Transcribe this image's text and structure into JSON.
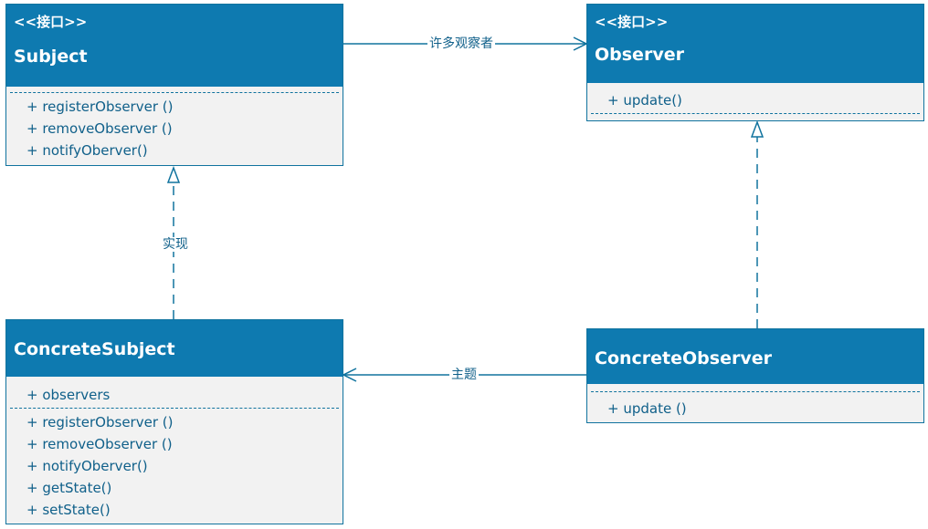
{
  "classes": {
    "subject": {
      "stereotype": "<<接口>>",
      "name": "Subject",
      "methods": [
        "+ registerObserver ()",
        "+ removeObserver ()",
        "+ notifyOberver()"
      ]
    },
    "observer": {
      "stereotype": "<<接口>>",
      "name": "Observer",
      "methods": [
        "+ update()"
      ]
    },
    "concrete_subject": {
      "name": "ConcreteSubject",
      "attributes": [
        "+ observers"
      ],
      "methods": [
        "+ registerObserver ()",
        "+ removeObserver ()",
        "+ notifyOberver()",
        "+ getState()",
        "+ setState()"
      ]
    },
    "concrete_observer": {
      "name": "ConcreteObserver",
      "methods": [
        "+ update ()"
      ]
    }
  },
  "relations": {
    "subject_observer": "许多观察者",
    "implements": "实现",
    "concrete_observer_subject": "主题"
  },
  "colors": {
    "header": "#0e7ab0",
    "border": "#10739e",
    "body": "#f2f2f2",
    "text": "#10608a"
  }
}
